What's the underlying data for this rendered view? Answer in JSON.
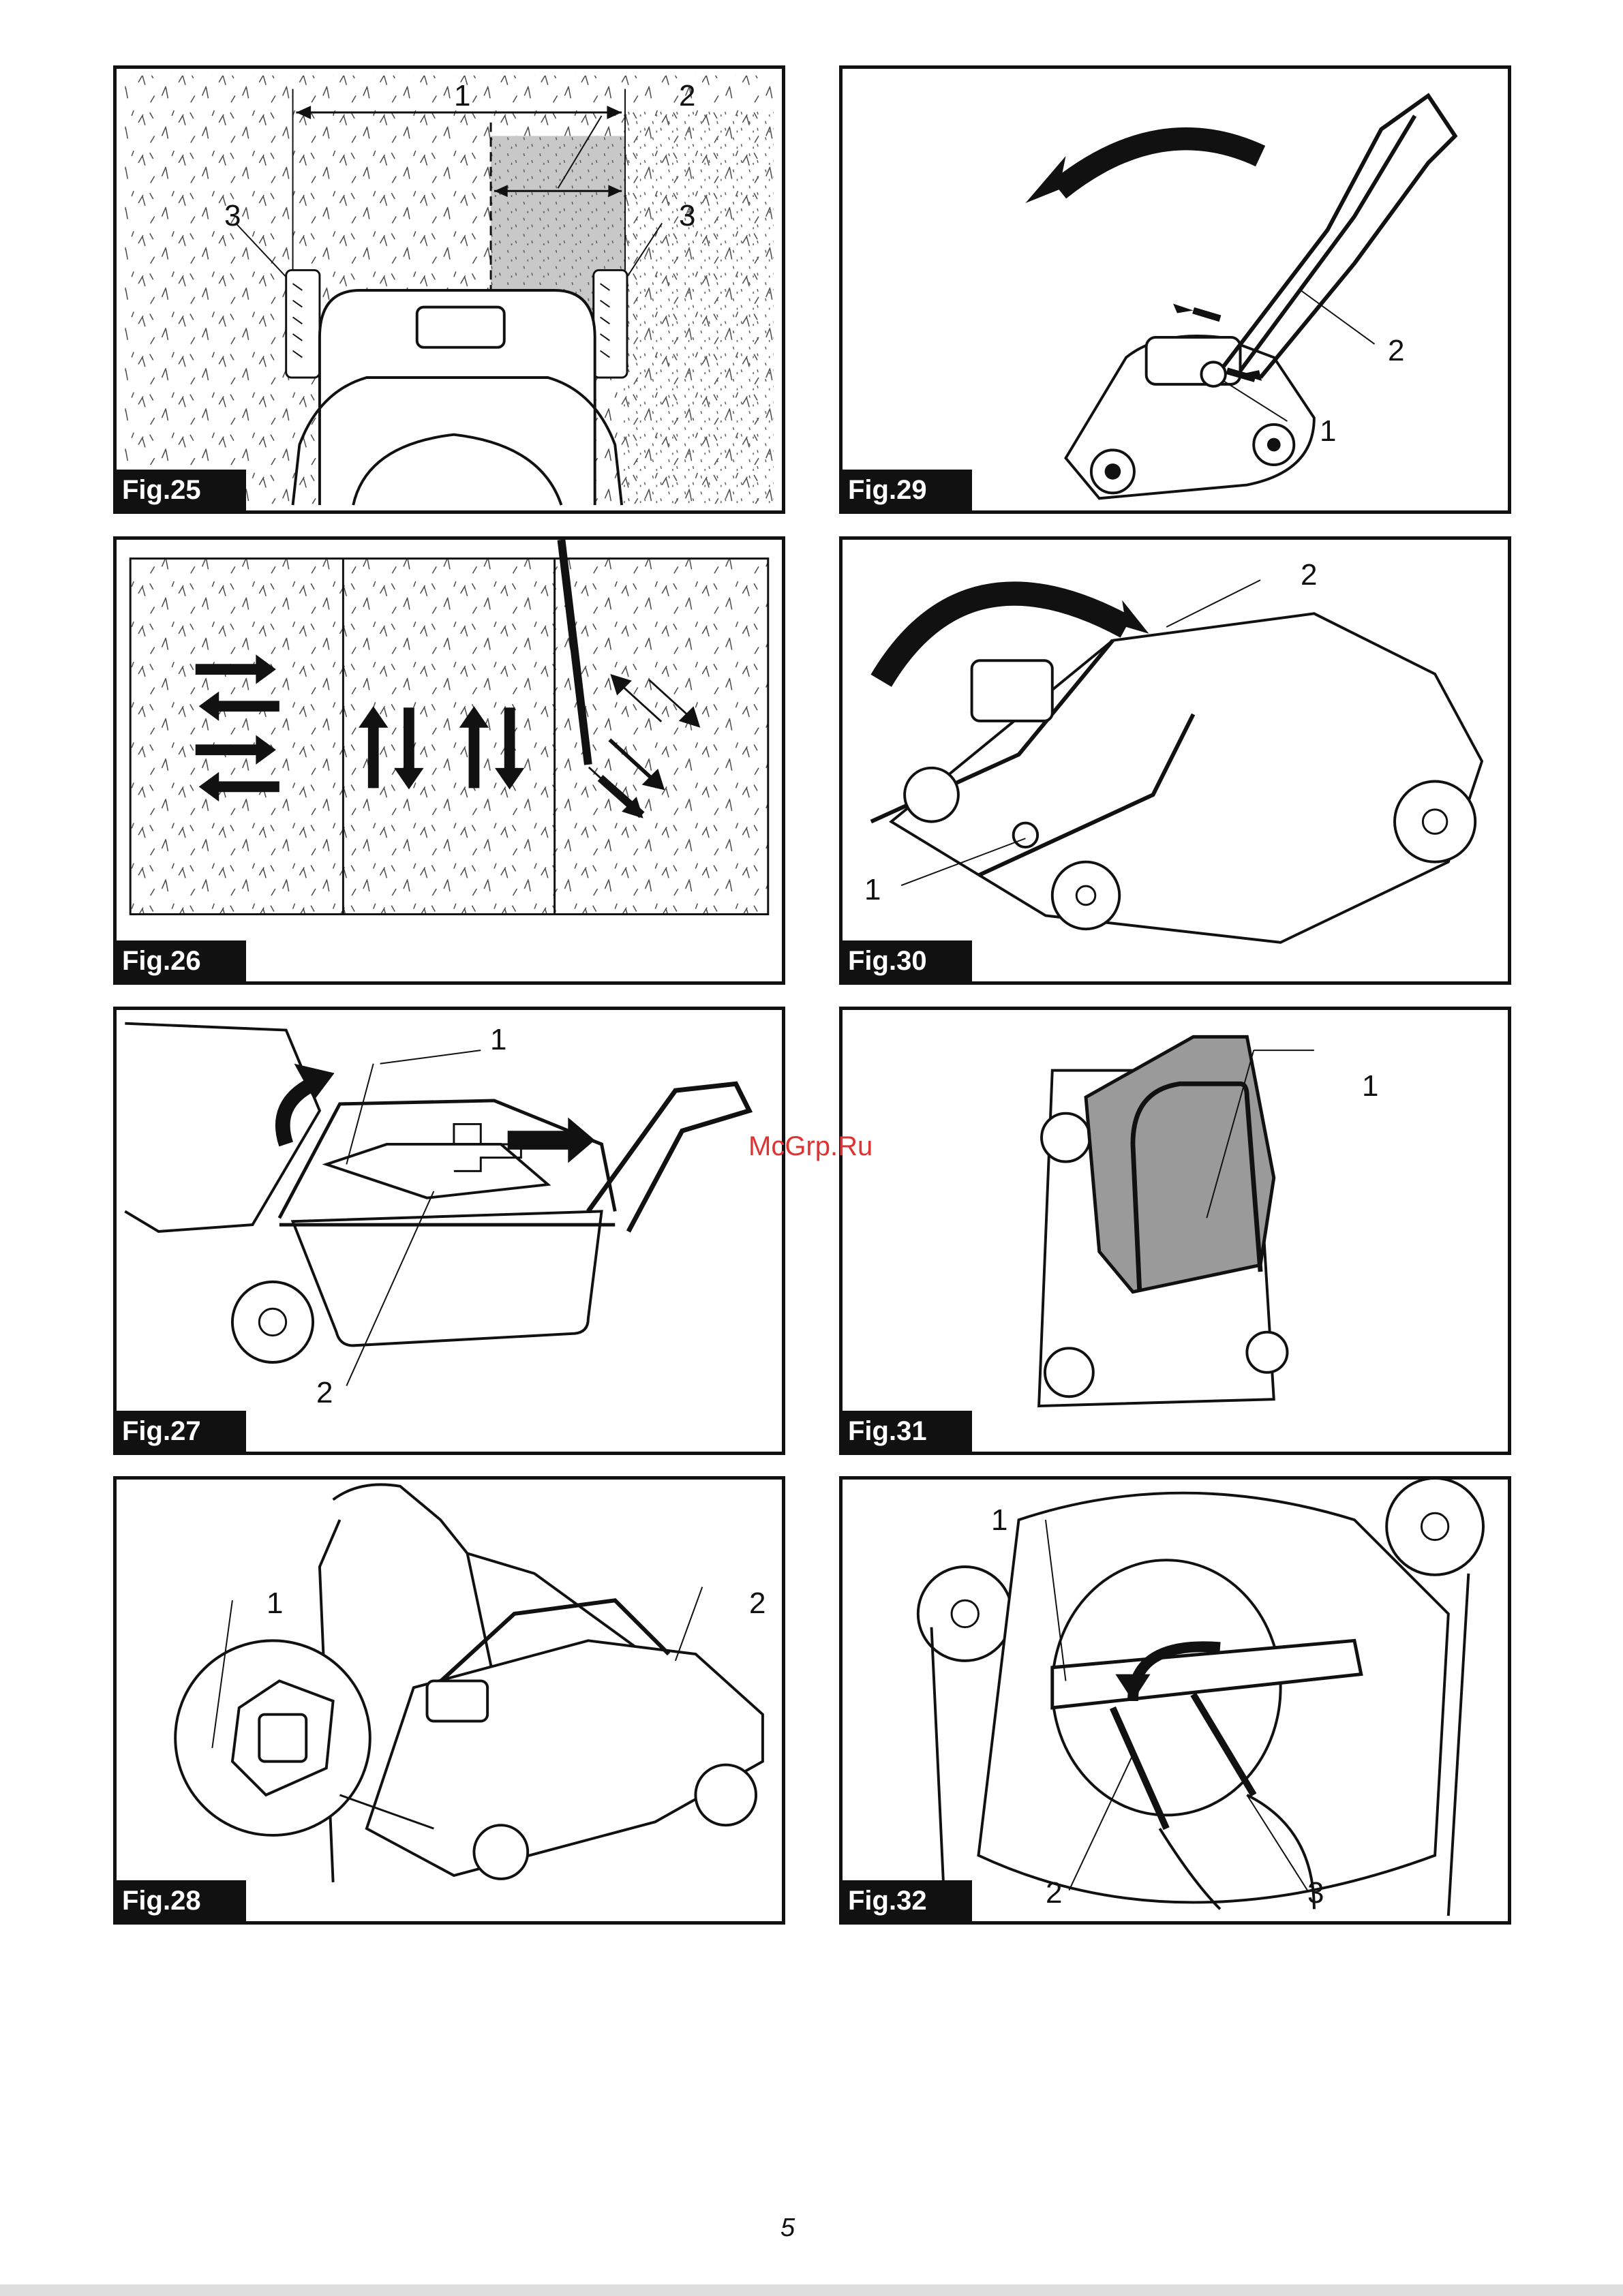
{
  "figures": {
    "fig25": {
      "label": "Fig.25",
      "callouts": {
        "c1": "1",
        "c2": "2",
        "c3a": "3",
        "c3b": "3"
      }
    },
    "fig26": {
      "label": "Fig.26"
    },
    "fig27": {
      "label": "Fig.27",
      "callouts": {
        "c1": "1",
        "c2": "2"
      }
    },
    "fig28": {
      "label": "Fig.28",
      "callouts": {
        "c1": "1",
        "c2": "2"
      }
    },
    "fig29": {
      "label": "Fig.29",
      "callouts": {
        "c1": "1",
        "c2": "2"
      }
    },
    "fig30": {
      "label": "Fig.30",
      "callouts": {
        "c1": "1",
        "c2": "2"
      }
    },
    "fig31": {
      "label": "Fig.31",
      "callouts": {
        "c1": "1"
      }
    },
    "fig32": {
      "label": "Fig.32",
      "callouts": {
        "c1": "1",
        "c2": "2",
        "c3": "3"
      }
    }
  },
  "watermark": "McGrp.Ru",
  "page_number": "5"
}
